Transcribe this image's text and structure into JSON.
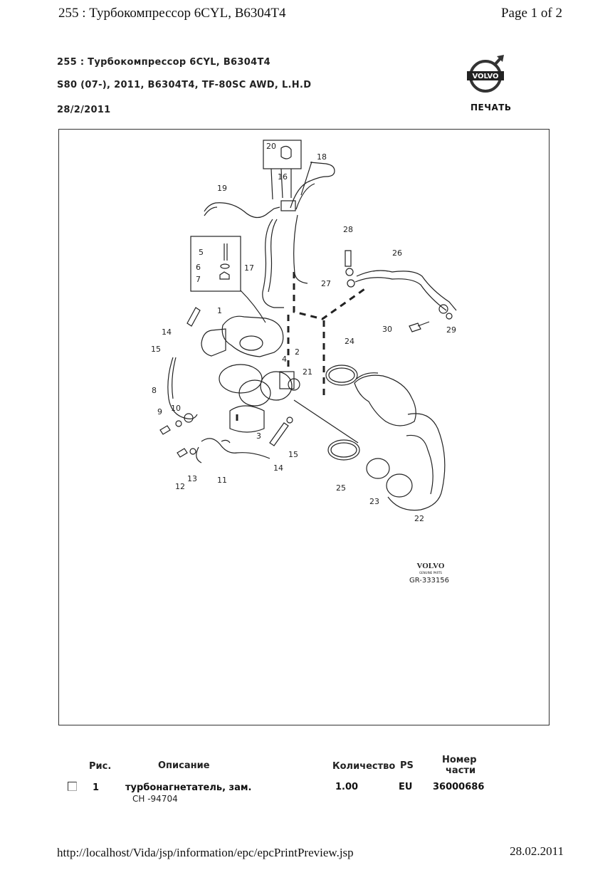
{
  "header": {
    "title": "255 : Турбокомпрессор 6CYL, B6304T4",
    "page": "Page 1 of 2"
  },
  "meta": {
    "line1": "255 : Турбокомпрессор 6CYL, B6304T4",
    "line2": "S80 (07-), 2011, B6304T4, TF-80SC AWD, L.H.D",
    "line3": "28/2/2011",
    "print_label": "ПЕЧАТЬ",
    "logo_text": "VOLVO"
  },
  "diagram": {
    "callouts": [
      "1",
      "2",
      "3",
      "4",
      "5",
      "6",
      "7",
      "8",
      "9",
      "10",
      "11",
      "12",
      "13",
      "14",
      "14",
      "15",
      "15",
      "16",
      "17",
      "18",
      "19",
      "20",
      "21",
      "22",
      "23",
      "24",
      "25",
      "26",
      "27",
      "28",
      "29",
      "30"
    ],
    "brand": "VOLVO",
    "brand_sub": "GENUINE PARTS",
    "ref": "GR-333156"
  },
  "table": {
    "headers": {
      "fig": "Рис.",
      "desc": "Описание",
      "qty": "Количество",
      "ps": "PS",
      "part_line1": "Номер",
      "part_line2": "части"
    },
    "rows": [
      {
        "fig": "1",
        "desc": "турбонагнетатель, зам.",
        "sub": "CH -94704",
        "qty": "1.00",
        "ps": "EU",
        "part": "36000686"
      }
    ]
  },
  "footer": {
    "url": "http://localhost/Vida/jsp/information/epc/epcPrintPreview.jsp",
    "date": "28.02.2011"
  }
}
